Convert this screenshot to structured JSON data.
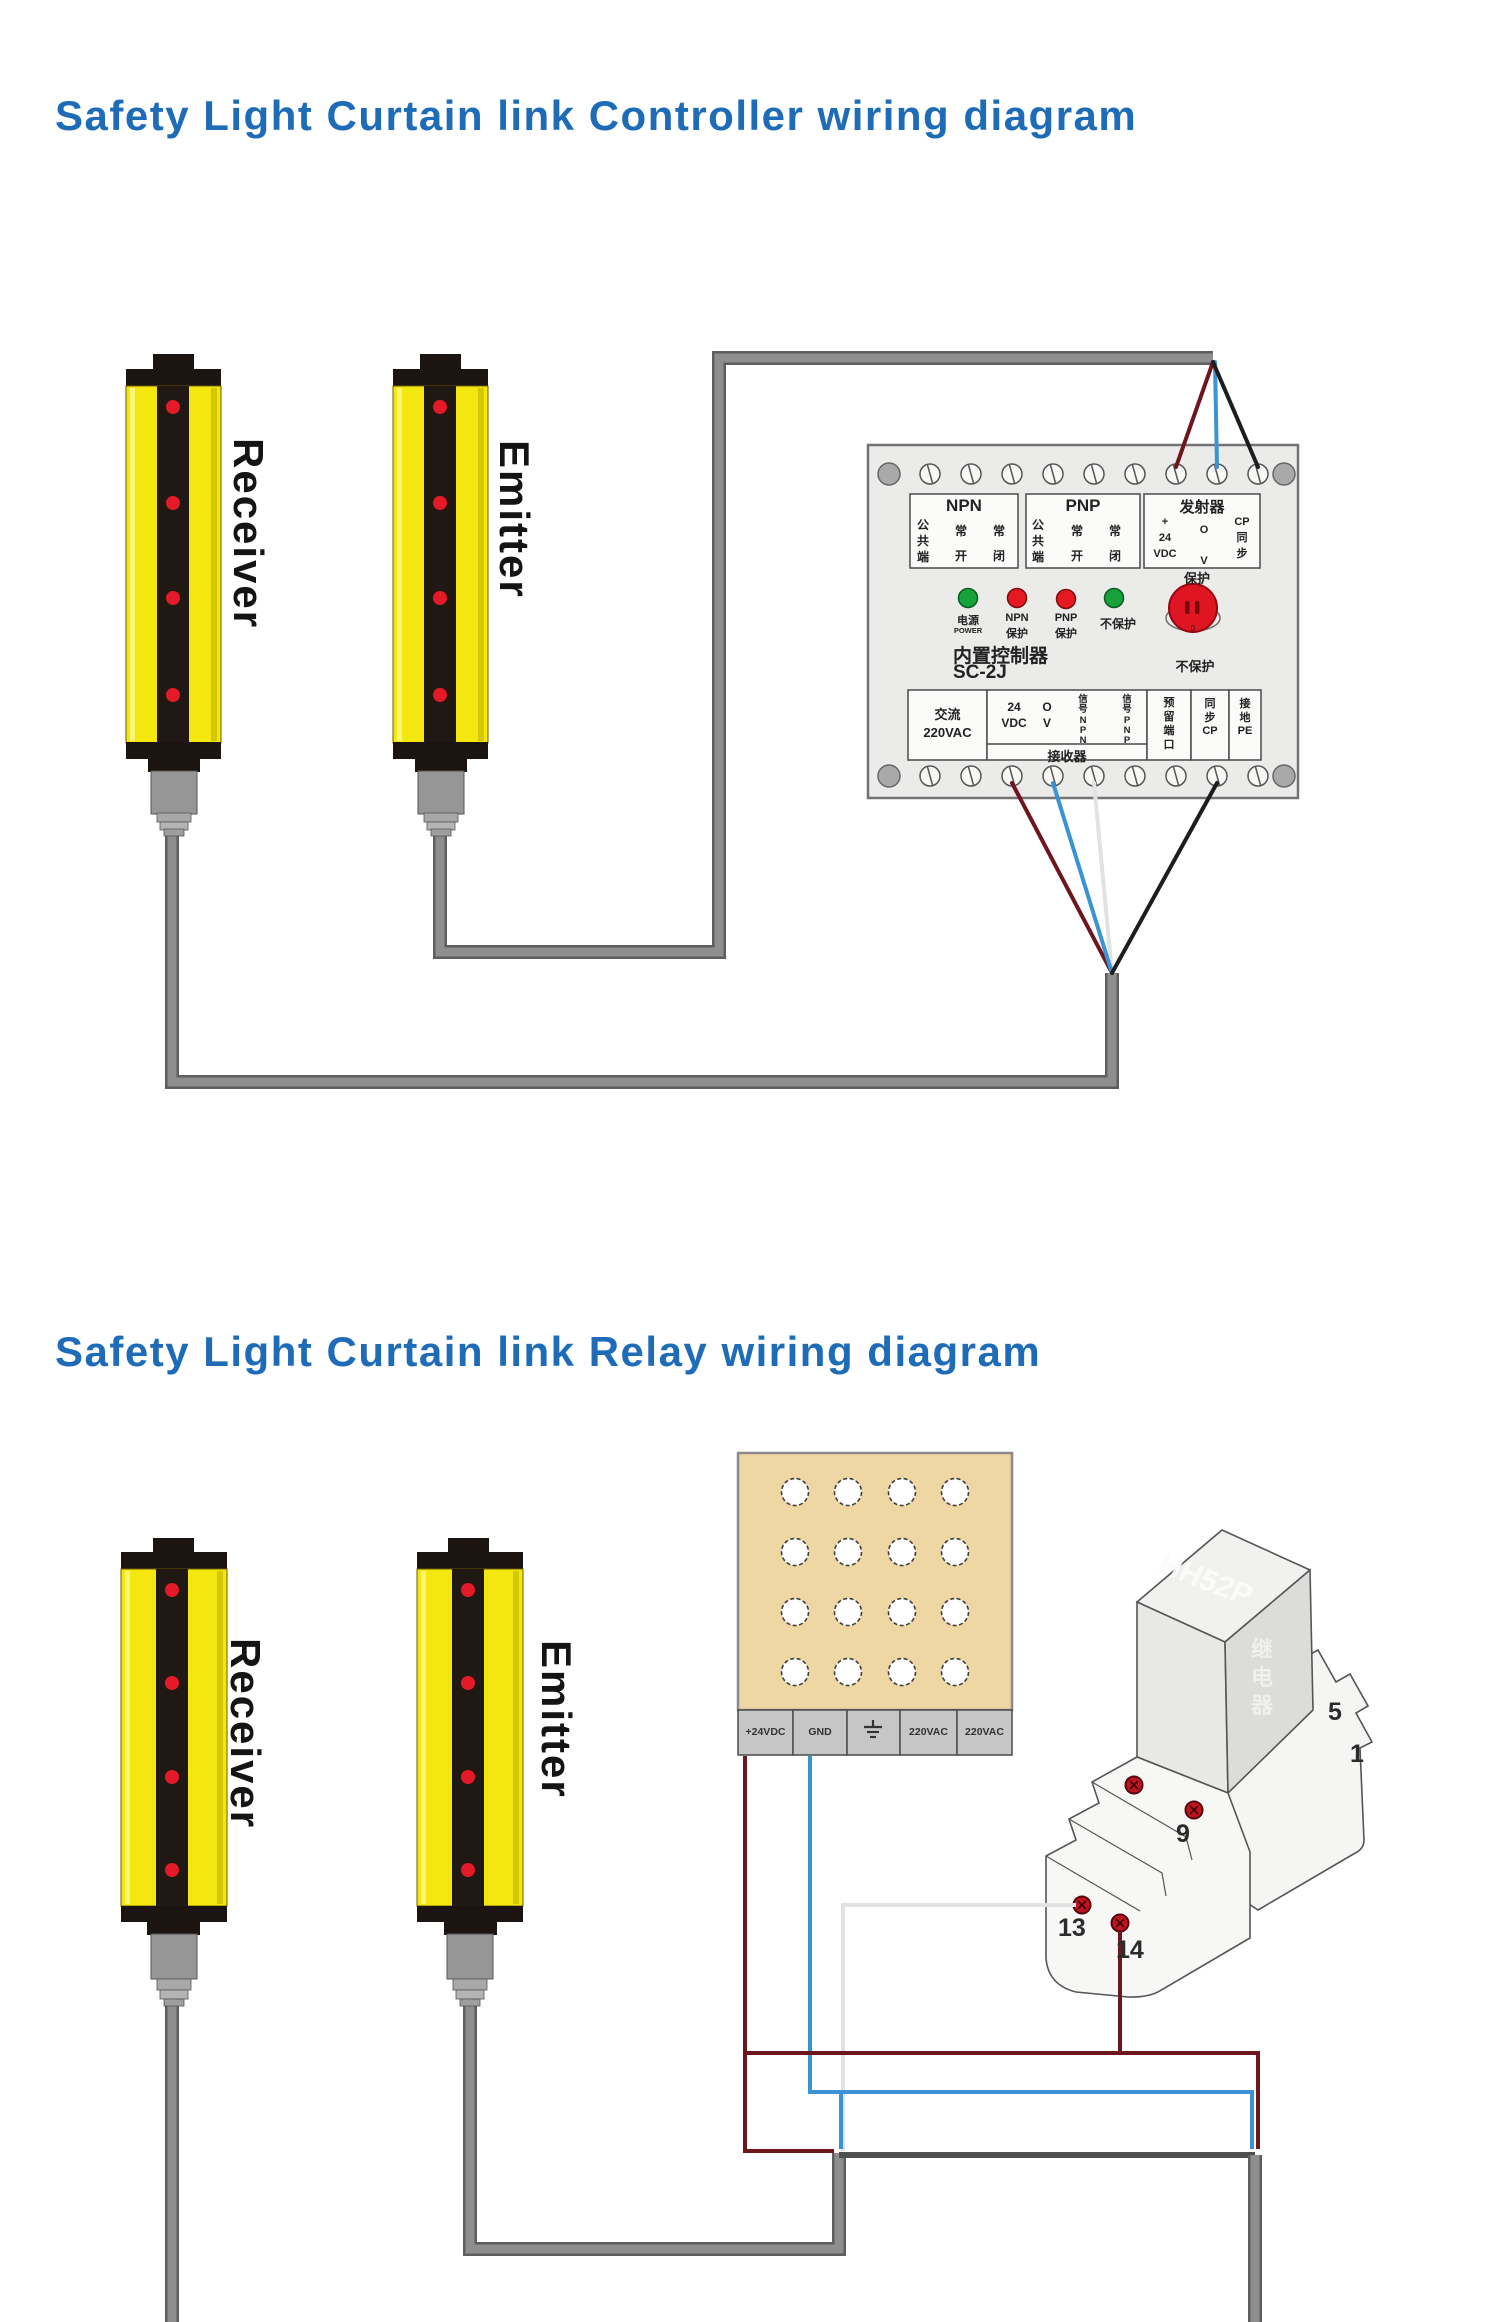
{
  "titles": {
    "controller": "Safety Light Curtain link Controller wiring diagram",
    "relay": "Safety Light Curtain link Relay wiring diagram",
    "color": "#1e6cb8"
  },
  "curtains": {
    "receiver_label": "Receiver",
    "emitter_label": "Emitter"
  },
  "controller": {
    "npn_header": "NPN",
    "pnp_header": "PNP",
    "tx_header": "发射器",
    "common": "公\n共\n端",
    "normally_open": "常\n开",
    "normally_closed": "常\n闭",
    "plus24vdc": "+\n24\nVDC",
    "zero_volt": "O\nV",
    "cp_sync": "CP\n同\n步",
    "led1_zh": "电源",
    "led1_en": "POWER",
    "led2_l1": "NPN",
    "led2_l2": "保护",
    "led3_l1": "PNP",
    "led3_l2": "保护",
    "led4": "不保护",
    "model_line1": "内置控制器",
    "model_line2": "SC-2J",
    "knob_protect": "保护",
    "knob_unprotect": "不保护",
    "knob_zero": "0",
    "ac_220": "交流\n220VAC",
    "vdc24": "24\nVDC",
    "zero_volt2": "O\nV",
    "signal_npn": "信\n号\nN\nP\nN",
    "signal_pnp": "信\n号\nP\nN\nP",
    "receiver_row": "接收器",
    "reserved_port": "预\n留\n端\n口",
    "sync_cp": "同\n步\nCP",
    "ground_pe": "接\n地\nPE"
  },
  "power_supply": {
    "terminal_24vdc": "+24VDC",
    "terminal_gnd": "GND",
    "terminal_ground_icon": "ground-icon",
    "terminal_220vac_1": "220VAC",
    "terminal_220vac_2": "220VAC"
  },
  "relay": {
    "model": "HH52P",
    "name_vertical": "继\n电\n器",
    "pin5": "5",
    "pin1": "1",
    "pin9": "9",
    "pin13": "13",
    "pin14": "14"
  },
  "colors": {
    "wire_dark_red": "#6e161d",
    "wire_blue": "#3a93d5",
    "wire_black": "#1d1d1d",
    "wire_white": "#e2e2e2",
    "cable_gray": "#8e8e8e",
    "curtain_yellow": "#f4e70f",
    "power_box_tan": "#eed7a2"
  }
}
